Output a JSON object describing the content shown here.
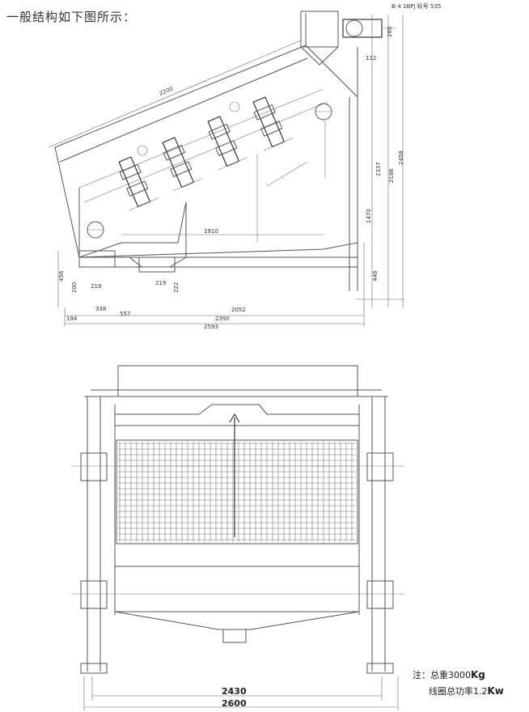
{
  "heading": "一般结构如下图所示：",
  "side_view": {
    "motor_label": "B-4 1BPJ 标号 535",
    "dims": {
      "d2200": "2200",
      "d1910": "1910",
      "d2052": "2052",
      "d2390": "2390",
      "d2593": "2593",
      "d194": "194",
      "d338": "338",
      "d557": "557",
      "d456": "456",
      "d200": "200",
      "d219a": "219",
      "d219b": "219",
      "d222": "222",
      "d112": "112",
      "d260": "260",
      "d2337": "2337",
      "d2186": "2186",
      "d2458": "2458",
      "d1470": "1470",
      "d448": "448"
    }
  },
  "front_view": {
    "dim_inner": "2430",
    "dim_outer": "2600"
  },
  "notes": {
    "weight_prefix": "注：总重3000",
    "weight_unit": "Kg",
    "power_prefix": "线圈总功率1.2",
    "power_unit": "Kw"
  }
}
